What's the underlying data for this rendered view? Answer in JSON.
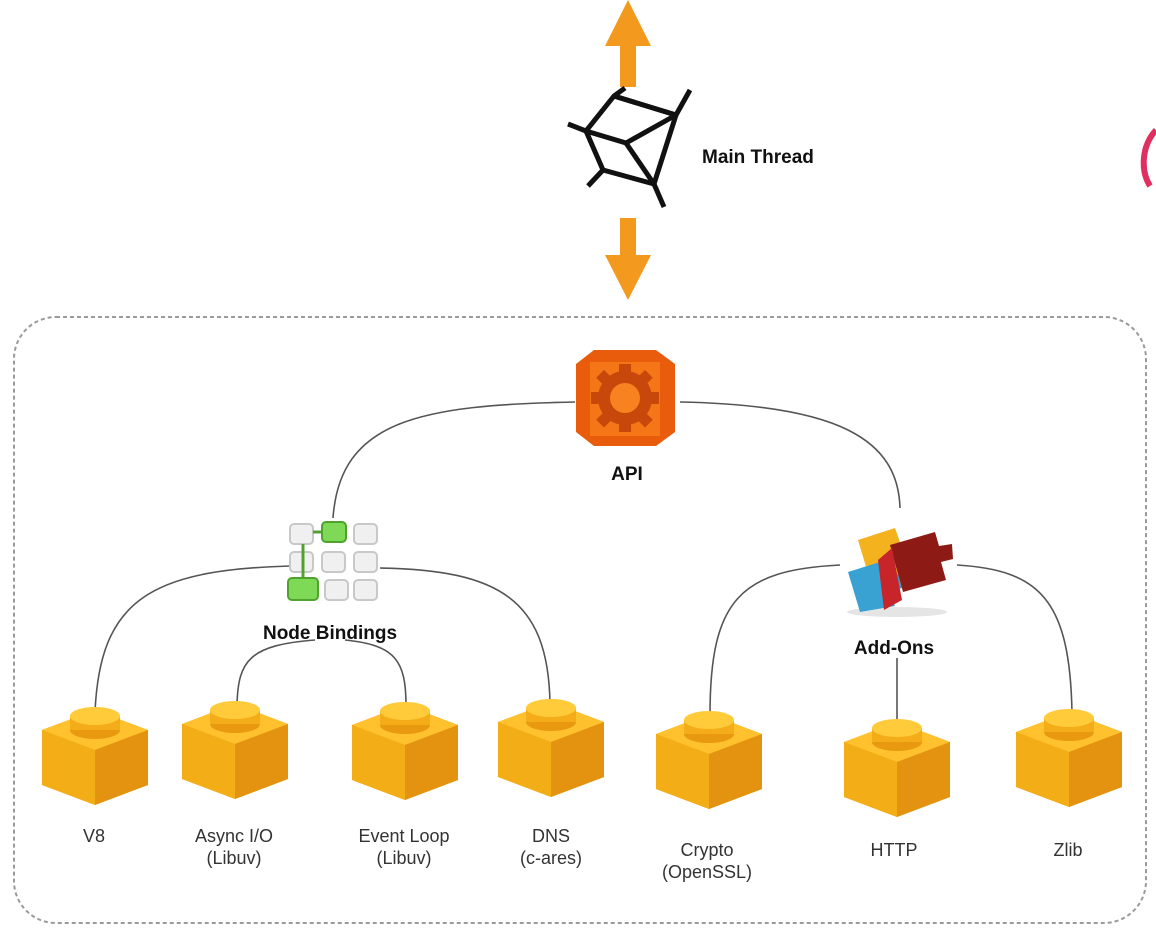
{
  "diagram": {
    "main_thread": {
      "label": "Main Thread",
      "icon": "cube-icon"
    },
    "api": {
      "label": "API",
      "icon": "gear-icon"
    },
    "node_bindings": {
      "label": "Node Bindings",
      "icon": "grid-icon"
    },
    "add_ons": {
      "label": "Add-Ons",
      "icon": "puzzle-icon"
    },
    "components": [
      {
        "name": "V8",
        "sub": ""
      },
      {
        "name": "Async I/O",
        "sub": "(Libuv)"
      },
      {
        "name": "Event Loop",
        "sub": "(Libuv)"
      },
      {
        "name": "DNS",
        "sub": "(c-ares)"
      },
      {
        "name": "Crypto",
        "sub": "(OpenSSL)"
      },
      {
        "name": "HTTP",
        "sub": ""
      },
      {
        "name": "Zlib",
        "sub": ""
      }
    ],
    "colors": {
      "arrow": "#f39a1e",
      "brick": "#f7b21a",
      "brick_dark": "#e49511",
      "api_orange": "#f06b12",
      "grid_green": "#7ed957"
    }
  }
}
